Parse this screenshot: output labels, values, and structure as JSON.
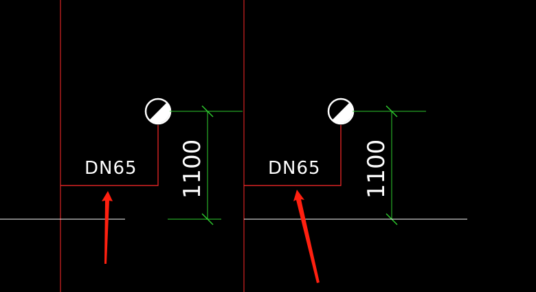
{
  "drawing": {
    "background": "#000000",
    "colors": {
      "pipe": "#ff2a2a",
      "dimension": "#2fd02f",
      "reference_line": "#ffffff",
      "arrow": "#ff2010",
      "symbol": "#ffffff"
    },
    "details": [
      {
        "pipe_label": "DN65",
        "dimension_value": "1100",
        "symbol_icon": "valve-circle-icon"
      },
      {
        "pipe_label": "DN65",
        "dimension_value": "1100",
        "symbol_icon": "valve-circle-icon"
      }
    ]
  }
}
